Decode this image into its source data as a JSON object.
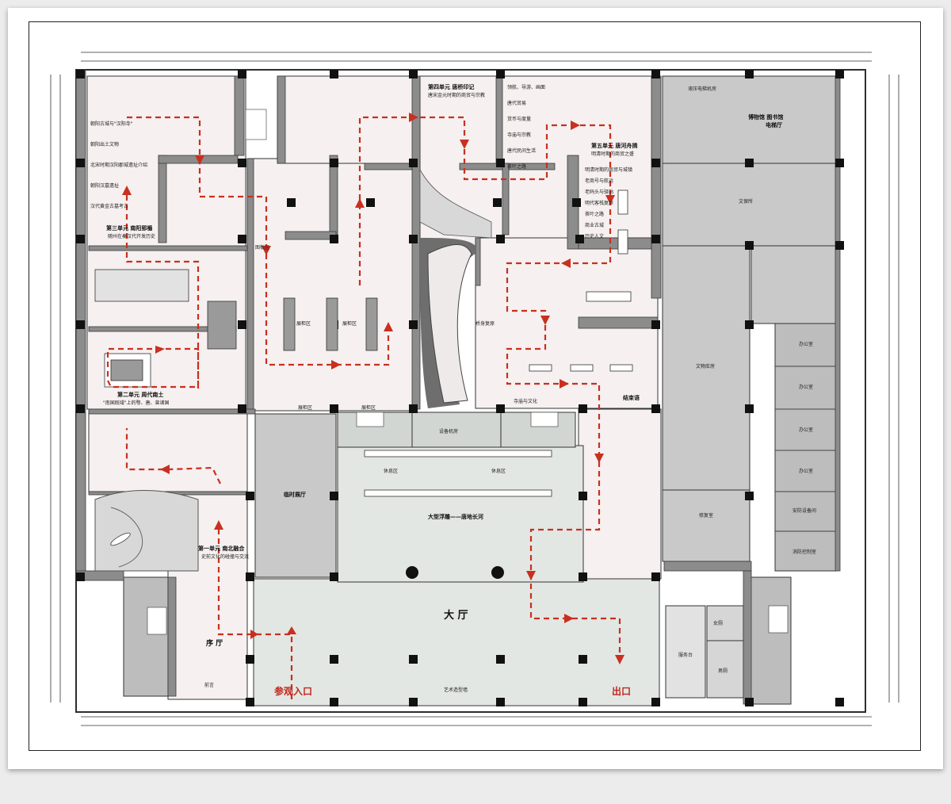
{
  "labels": {
    "hall": "大 厅",
    "entrance": "参观入口",
    "exit": "出口",
    "preface": "序 厅",
    "foreword": "前言",
    "art_wall": "艺术造型墙",
    "relief": "大型浮雕——唐地长河",
    "rest1": "休息区",
    "rest2": "休息区",
    "equipment": "设备机房",
    "temp_hall": "临时展厅",
    "service": "服务台",
    "restroom_f": "女厕",
    "restroom_m": "男厕",
    "museum_lib": "博物馆 图书馆",
    "elevator_hall": "电梯厅",
    "hydraulic": "液压电梯机房",
    "relics_office": "文保所",
    "relics_store": "文物库房",
    "restore": "修复室",
    "office1": "办公室",
    "office2": "办公室",
    "office3": "办公室",
    "office4": "办公室",
    "security_room": "安防设备间",
    "fire_control": "消防控制室",
    "conclusion": "结束语",
    "unit1_title": "第一单元  南北融合",
    "unit1_sub": "史前文化的碰撞与交流",
    "unit2_title": "第二单元  周代南土",
    "unit2_sub": "\"南国既域\"上的鄂、唐、曾诸国",
    "unit3_title": "第三单元  南阳郢楯",
    "unit3_sub": "随州在秦汉代开发历史",
    "unit4_title": "第四单元  唐桥印记",
    "unit4_sub": "唐宋金元时期的商贸与宗教",
    "unit5_title": "第五单元  唐河舟揖",
    "unit5_sub": "明清时期的商贸之盛",
    "chart_area": "图板区",
    "showcase1": "展柜区",
    "showcase2": "展柜区",
    "showcase3": "展柜区",
    "showcase4": "展柜区",
    "qiaoxiu": "桥身复原",
    "temple_culture": "寺庙与文化",
    "unit3_items": [
      "朝阳古城与\"汉阳寺\"",
      "朝阳出土文物",
      "北宋时期汉阳郡城遗址介绍",
      "朝阳汉墓遗址",
      "汉代黄金古墓考古"
    ],
    "unit5_items": [
      "明清时期的商贸与城镇",
      "老商号与航运",
      "老码头与驿站",
      "明代客栈复原",
      "茶叶之路",
      "商业古城",
      "历史人文"
    ],
    "unit4_items": [
      "领航、导游、画面",
      "唐代贸易",
      "货币与度量",
      "寺庙与宗教",
      "唐代民间生活",
      "茶叶之路"
    ]
  },
  "colors": {
    "route": "#c8301f",
    "wall": "#808080",
    "wall_dark": "#3a3a3a",
    "admin_fill": "#c9c9c9",
    "hall_fill": "#e3e7e3",
    "gallery_fill": "#f5f0f0"
  }
}
